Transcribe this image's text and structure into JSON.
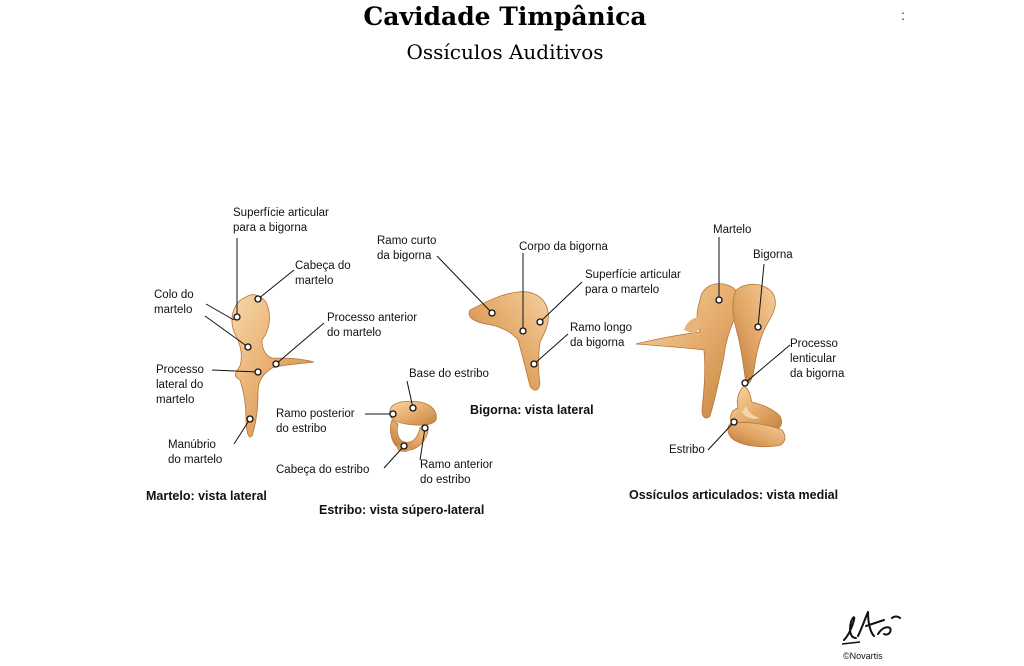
{
  "header": {
    "title": "Cavidade Timpânica",
    "subtitle": "Ossículos Auditivos"
  },
  "labels": {
    "sup_art_bigorna": "Superfície articular\npara a bigorna",
    "cabeca_martelo": "Cabeça do\nmartelo",
    "colo_martelo": "Colo do\nmartelo",
    "proc_anterior": "Processo anterior\ndo martelo",
    "proc_lateral": "Processo\nlateral do\nmartelo",
    "manubrio": "Manúbrio\ndo martelo",
    "ramo_curto": "Ramo curto\nda bigorna",
    "corpo_bigorna": "Corpo da bigorna",
    "sup_art_martelo": "Superfície articular\npara o martelo",
    "ramo_longo": "Ramo longo\nda bigorna",
    "base_estribo": "Base do estribo",
    "ramo_posterior": "Ramo posterior\ndo estribo",
    "cabeca_estribo": "Cabeça do estribo",
    "ramo_anterior": "Ramo anterior\ndo estribo",
    "martelo": "Martelo",
    "bigorna": "Bigorna",
    "proc_lenticular": "Processo\nlenticular\nda bigorna",
    "estribo": "Estribo"
  },
  "captions": {
    "martelo": "Martelo: vista lateral",
    "estribo": "Estribo: vista súpero-lateral",
    "bigorna": "Bigorna: vista lateral",
    "articulados": "Ossículos articulados: vista medial"
  },
  "footer": {
    "copyright": "©Novartis"
  },
  "edge_mark": ":",
  "colors": {
    "bone": "#E6AD6E",
    "bone_dark": "#B87536",
    "bone_light": "#F8D7A8",
    "line": "#111111"
  }
}
